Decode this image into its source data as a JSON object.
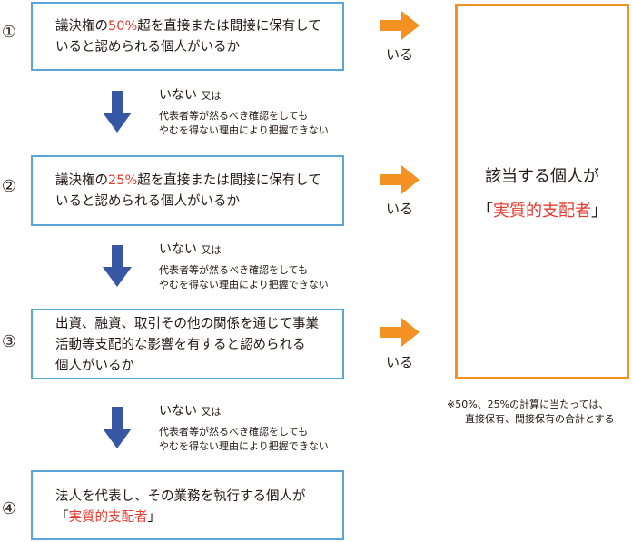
{
  "steps": [
    {
      "number": "①",
      "line1": {
        "pre": "議決権の",
        "hl": "50%",
        "post": "超を直接または間接に保有して"
      },
      "line2": "いると認められる個人がいるか",
      "branch_yes": "いる"
    },
    {
      "number": "②",
      "line1": {
        "pre": "議決権の",
        "hl": "25%",
        "post": "超を直接または間接に保有して"
      },
      "line2": "いると認められる個人がいるか",
      "branch_yes": "いる"
    },
    {
      "number": "③",
      "lines": [
        "出資、融資、取引その他の関係を通じて事業",
        "活動等支配的な影響を有すると認められる",
        "個人がいるか"
      ],
      "branch_yes": "いる"
    },
    {
      "number": "④",
      "line1": "法人を代表し、その業務を執行する個人が",
      "line2": {
        "open": "「",
        "hl": "実質的支配者",
        "close": "」"
      }
    }
  ],
  "branch_no": {
    "label": "いない",
    "or": "又は",
    "cond1": "代表者等が然るべき確認をしても",
    "cond2": "やむを得ない理由により把握できない"
  },
  "result": {
    "line1": "該当する個人が",
    "open": "「",
    "hl": "実質的支配者",
    "close": "」"
  },
  "note": {
    "line1": "※50%、25%の計算に当たっては、",
    "line2": "直接保有、間接保有の合計とする"
  },
  "colors": {
    "box_border": "#5aa6d8",
    "result_border": "#f39222",
    "arrow_orange": "#f39222",
    "arrow_blue": "#3757a5",
    "highlight": "#e8382f"
  }
}
